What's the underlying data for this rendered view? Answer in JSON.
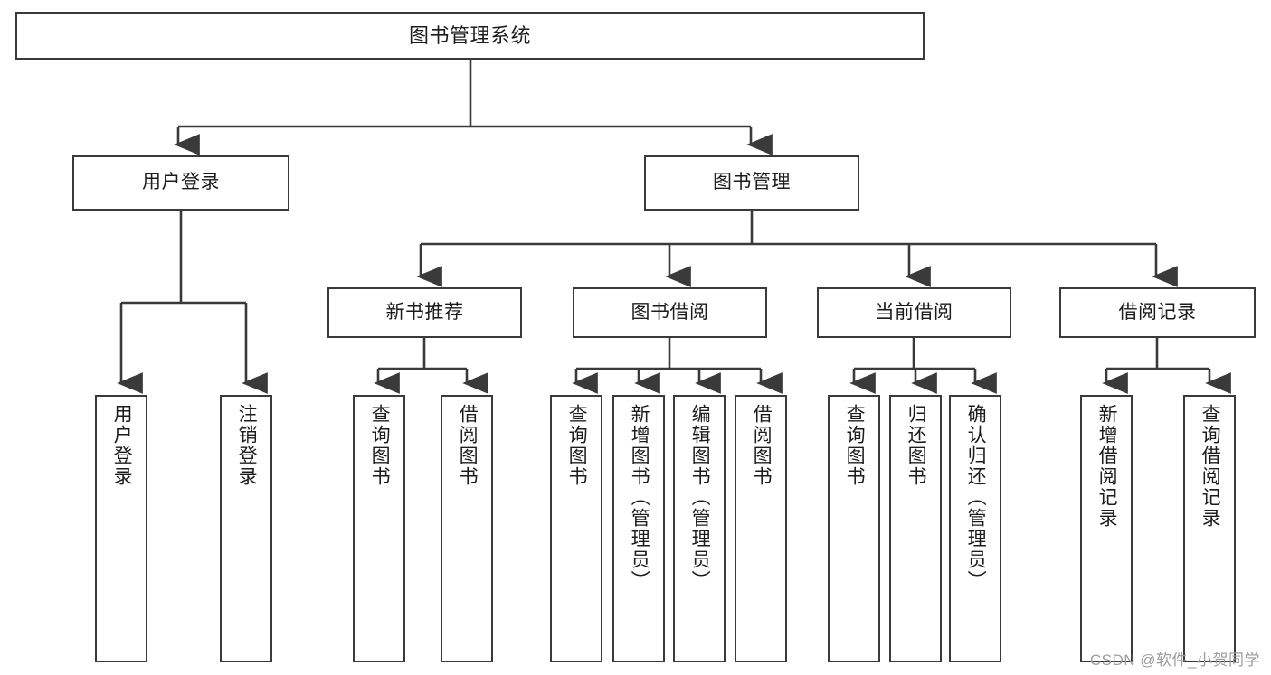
{
  "diagram": {
    "title": "图书管理系统",
    "watermark": "CSDN @软件_小贺同学",
    "root": {
      "label": "图书管理系统"
    },
    "level1": [
      {
        "label": "用户登录"
      },
      {
        "label": "图书管理"
      }
    ],
    "level2": [
      {
        "label": "新书推荐"
      },
      {
        "label": "图书借阅"
      },
      {
        "label": "当前借阅"
      },
      {
        "label": "借阅记录"
      }
    ],
    "leaves": {
      "user_login": [
        {
          "label": "用户登录"
        },
        {
          "label": "注销登录"
        }
      ],
      "new_book_recommend": [
        {
          "label": "查询图书"
        },
        {
          "label": "借阅图书"
        }
      ],
      "book_borrow": [
        {
          "label": "查询图书"
        },
        {
          "label": "新增图书（管理员）"
        },
        {
          "label": "编辑图书（管理员）"
        },
        {
          "label": "借阅图书"
        }
      ],
      "current_borrow": [
        {
          "label": "查询图书"
        },
        {
          "label": "归还图书"
        },
        {
          "label": "确认归还（管理员）"
        }
      ],
      "borrow_record": [
        {
          "label": "新增借阅记录"
        },
        {
          "label": "查询借阅记录"
        }
      ]
    }
  },
  "colors": {
    "stroke": "#3a3a3a",
    "background": "#ffffff",
    "text": "#1c1c1c",
    "watermark": "#9d9d9d"
  }
}
